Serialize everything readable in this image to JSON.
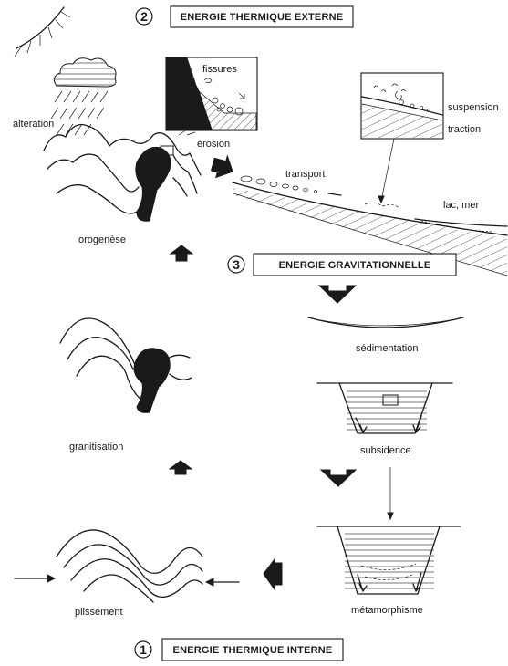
{
  "energies": {
    "external": {
      "number": "2",
      "title": "ENERGIE THERMIQUE EXTERNE"
    },
    "gravitational": {
      "number": "3",
      "title": "ENERGIE GRAVITATIONNELLE"
    },
    "internal": {
      "number": "1",
      "title": "ENERGIE THERMIQUE INTERNE"
    }
  },
  "labels": {
    "alteration": "altération",
    "fissures": "fissures",
    "erosion": "érosion",
    "suspension": "suspension",
    "traction": "traction",
    "transport": "transport",
    "lac_mer": "lac, mer",
    "orogenese": "orogenèse",
    "sedimentation": "sédimentation",
    "granitisation": "granitisation",
    "subsidence": "subsidence",
    "plissement": "plissement",
    "metamorphisme": "métamorphisme"
  }
}
